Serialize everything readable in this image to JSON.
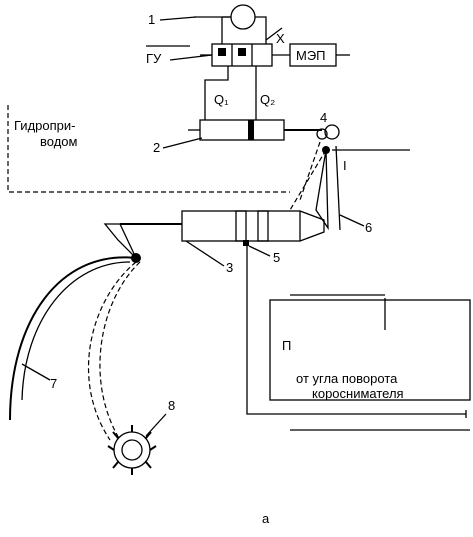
{
  "labels": {
    "n1": "1",
    "n2": "2",
    "n3": "3",
    "n4": "4",
    "n5": "5",
    "n6": "6",
    "n7": "7",
    "n8": "8",
    "x_symbol": "X",
    "gu": "ГУ",
    "mep": "МЭП",
    "q1": "Q₁",
    "q2": "Q₂",
    "hydro_line1": "Гидропри-",
    "hydro_line2": "водом",
    "roman_one": "I",
    "box_line1": "от угла поворота",
    "box_line2": "короснимателя",
    "box_partial_p": "П",
    "caption": "а"
  }
}
